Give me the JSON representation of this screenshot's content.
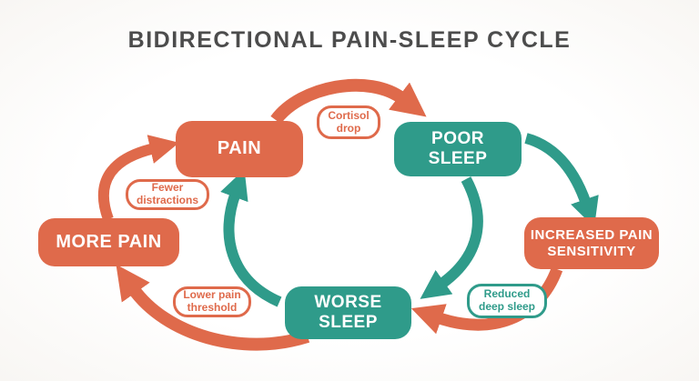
{
  "title": "BIDIRECTIONAL PAIN-SLEEP CYCLE",
  "colors": {
    "pain_accent": "#DF6A4B",
    "sleep_accent": "#2F9B8A",
    "title_text": "#4C4C4C",
    "background": "#FDFCFA"
  },
  "nodes": {
    "pain": {
      "label": "PAIN"
    },
    "poor_sleep": {
      "label": "POOR SLEEP"
    },
    "increased_pain_sensitivity": {
      "label": "INCREASED PAIN SENSITIVITY"
    },
    "worse_sleep": {
      "label": "WORSE SLEEP"
    },
    "more_pain": {
      "label": "MORE PAIN"
    }
  },
  "edge_labels": {
    "cortisol_drop": "Cortisol drop",
    "fewer_distractions": "Fewer distractions",
    "lower_pain_threshold": "Lower pain threshold",
    "reduced_deep_sleep": "Reduced deep sleep"
  }
}
